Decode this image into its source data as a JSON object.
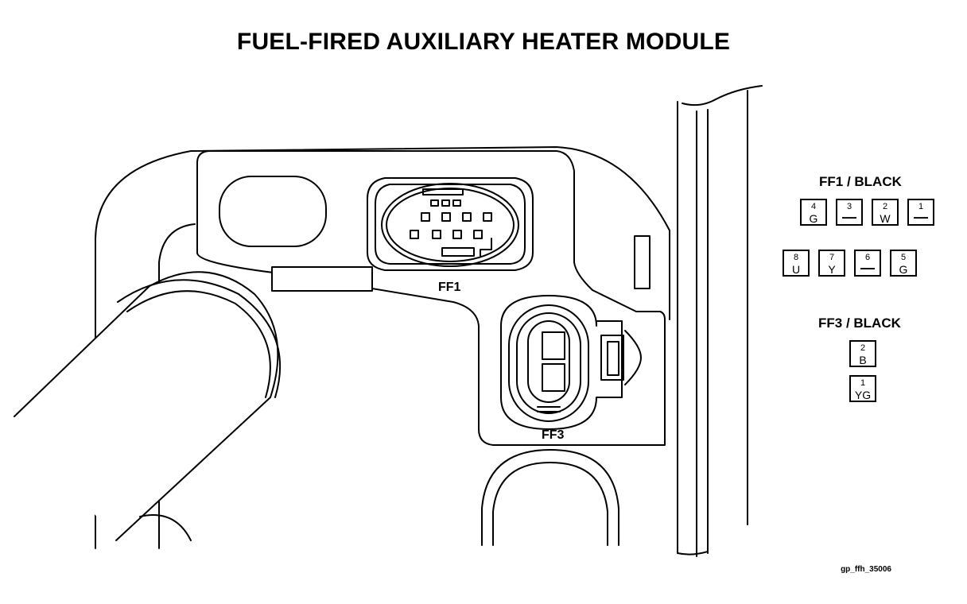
{
  "title": "FUEL-FIRED AUXILIARY HEATER MODULE",
  "views": {
    "ff1_label": "FF1",
    "ff3_label": "FF3"
  },
  "ff1_pinout": {
    "title": "FF1 / BLACK",
    "top_row": [
      {
        "num": "4",
        "color": "G"
      },
      {
        "num": "3",
        "color": "—"
      },
      {
        "num": "2",
        "color": "W"
      },
      {
        "num": "1",
        "color": "—"
      }
    ],
    "bottom_row": [
      {
        "num": "8",
        "color": "U"
      },
      {
        "num": "7",
        "color": "Y"
      },
      {
        "num": "6",
        "color": "—"
      },
      {
        "num": "5",
        "color": "G"
      }
    ]
  },
  "ff3_pinout": {
    "title": "FF3 / BLACK",
    "pins": [
      {
        "num": "2",
        "color": "B"
      },
      {
        "num": "1",
        "color": "YG"
      }
    ]
  },
  "reference": "gp_ffh_35006"
}
